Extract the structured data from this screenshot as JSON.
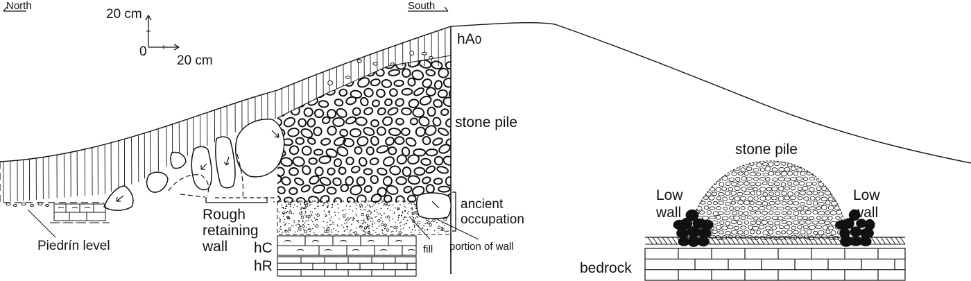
{
  "orientation": {
    "north": "North",
    "south": "South"
  },
  "scale": {
    "vertical": "20 cm",
    "horizontal": "20 cm",
    "origin": "0"
  },
  "profile_labels": {
    "hA0_main": "hA",
    "hA0_sub": "0",
    "stone_pile": "stone pile",
    "ancient_occupation_1": "ancient",
    "ancient_occupation_2": "occupation",
    "portion_of_wall": "portion of wall",
    "fill": "fill",
    "hC": "hC",
    "hR": "hR",
    "rough_retaining_wall_1": "Rough",
    "rough_retaining_wall_2": "retaining",
    "rough_retaining_wall_3": "wall",
    "piedrin_level": "Piedrín level"
  },
  "schematic_labels": {
    "stone_pile": "stone pile",
    "low_wall_left_1": "Low",
    "low_wall_left_2": "wall",
    "low_wall_right_1": "Low",
    "low_wall_right_2": "wall",
    "bedrock": "bedrock"
  }
}
